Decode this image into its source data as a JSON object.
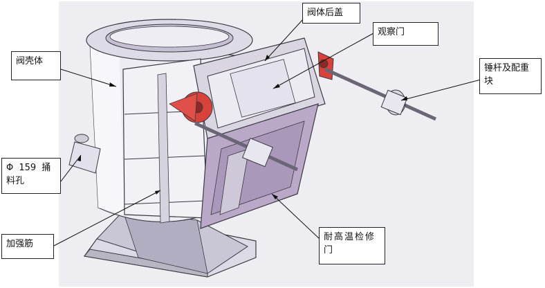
{
  "labels": {
    "valve_rear_cover": "阀体后盖",
    "inspection_door": "观察门",
    "valve_shell": "阀壳体",
    "hammer_rod": "锤杆及配重块",
    "poke_hole": "Φ 159 捅料孔",
    "stiffener": "加强筋",
    "high_temp_door": "耐高温检修门"
  },
  "colors": {
    "background": "#ffffff",
    "panel_bg": "#eeeef2",
    "steel_light": "#ececf2",
    "steel_mid": "#c9c6d6",
    "steel_dark": "#8d889c",
    "hopper_purple": "#b9a8c8",
    "rust_red": "#d8423a",
    "outline": "#3a3840"
  },
  "icons": [
    "arrow-leader-line"
  ]
}
